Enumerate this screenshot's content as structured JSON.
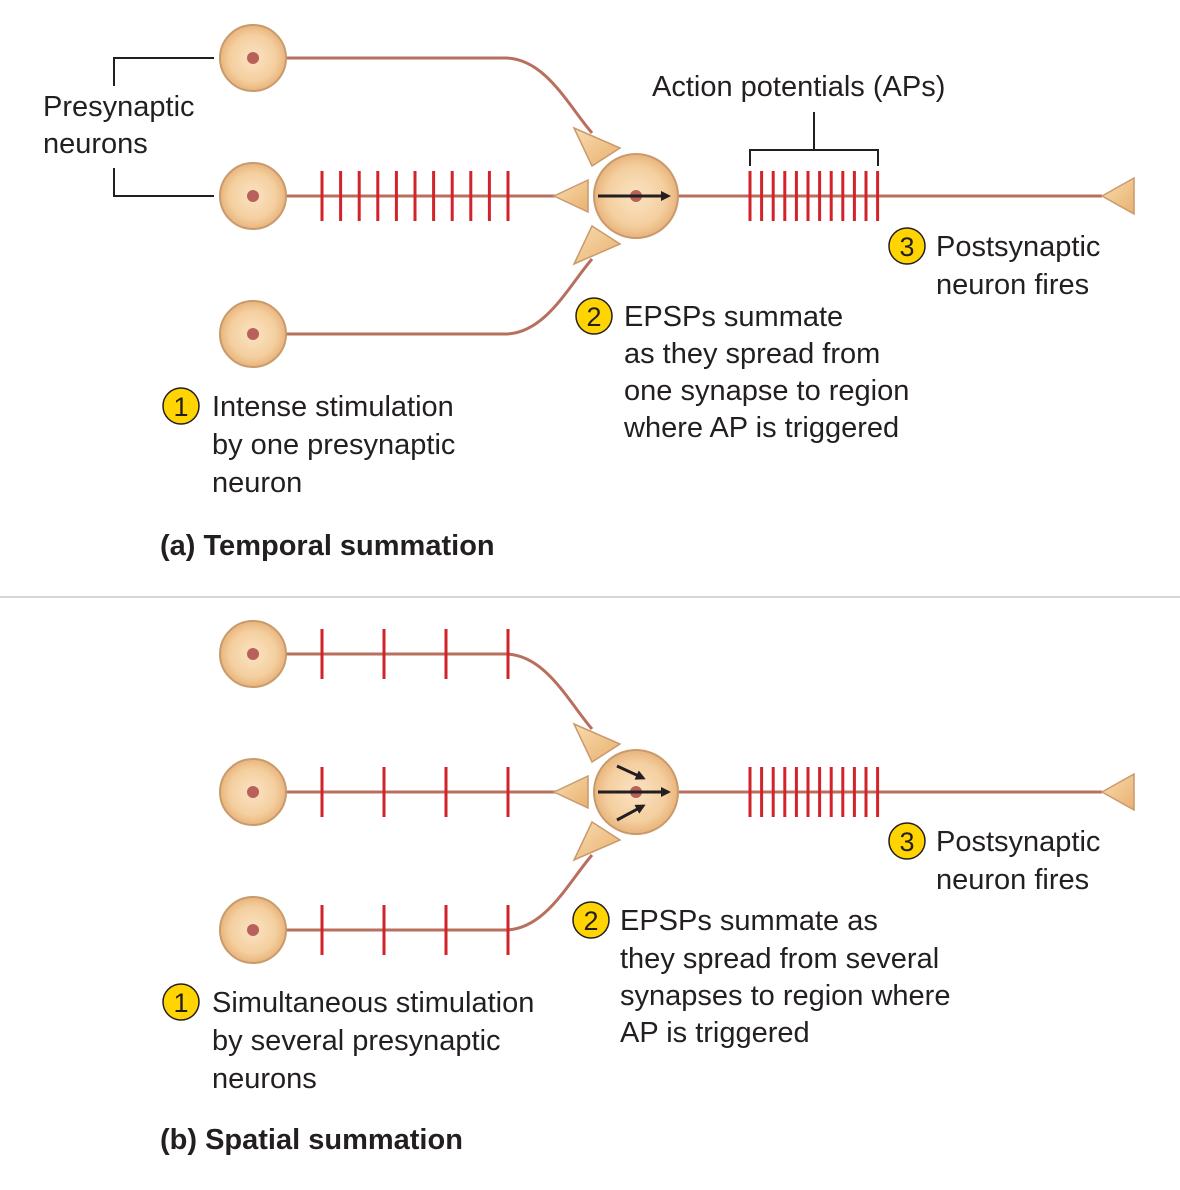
{
  "panel_a": {
    "presynaptic_label": [
      "Presynaptic",
      "neurons"
    ],
    "ap_label": "Action potentials (APs)",
    "step1": {
      "num": "1",
      "lines": [
        "Intense stimulation",
        "by one presynaptic",
        "neuron"
      ]
    },
    "step2": {
      "num": "2",
      "lines": [
        "EPSPs summate",
        "as they spread from",
        "one synapse to region",
        "where AP is triggered"
      ]
    },
    "step3": {
      "num": "3",
      "lines": [
        "Postsynaptic",
        "neuron fires"
      ]
    },
    "caption": "(a) Temporal summation"
  },
  "panel_b": {
    "step1": {
      "num": "1",
      "lines": [
        "Simultaneous stimulation",
        "by several presynaptic",
        "neurons"
      ]
    },
    "step2": {
      "num": "2",
      "lines": [
        "EPSPs summate as",
        "they spread from several",
        "synapses to region where",
        "AP is triggered"
      ]
    },
    "step3": {
      "num": "3",
      "lines": [
        "Postsynaptic",
        "neuron fires"
      ]
    },
    "caption": "(b) Spatial summation"
  },
  "colors": {
    "axon": "#b86f5e",
    "spike": "#d2232a",
    "cell_fill": "#f4cf9f",
    "cell_stroke": "#c89a6c",
    "nucleus": "#b8615a",
    "terminal": "#f2c48b",
    "badge": "#ffd400",
    "divider": "#c8c8c8",
    "text": "#231f20"
  }
}
